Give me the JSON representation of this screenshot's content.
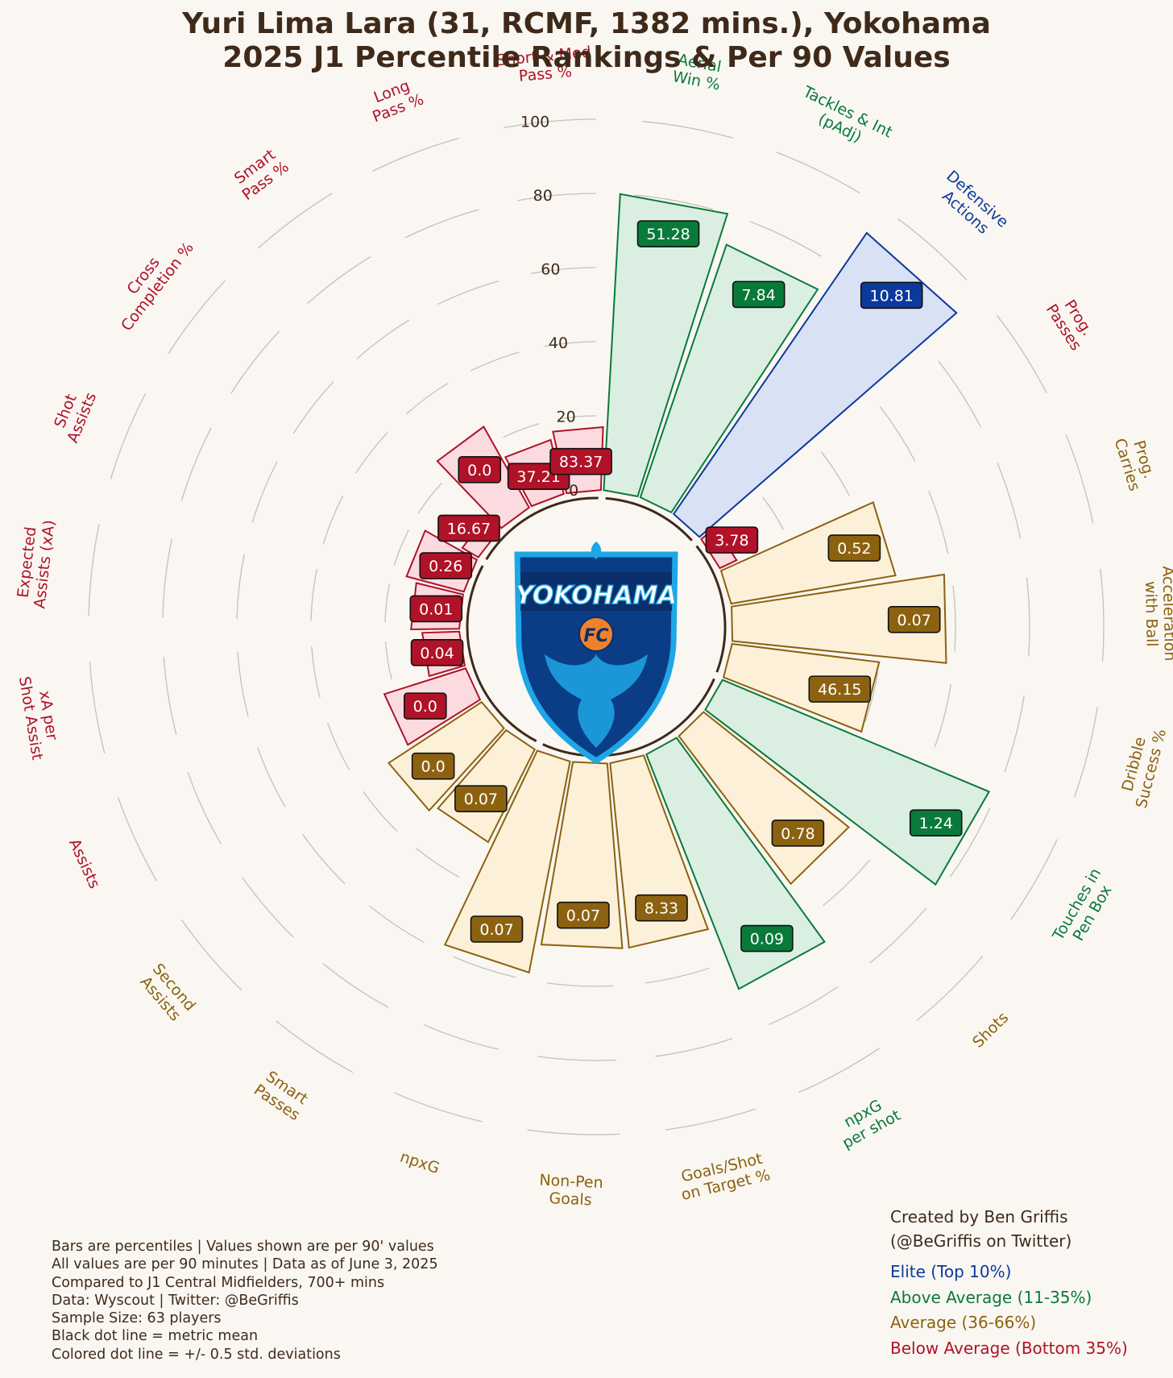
{
  "header": {
    "title_line1": "Yuri Lima Lara (31, RCMF, 1382 mins.), Yokohama",
    "title_line2": "2025 J1 Percentile Rankings & Per 90 Values"
  },
  "badge": {
    "icon": "yokohama-fc-crest-icon",
    "text": "YOKOHAMA",
    "monogram": "FC"
  },
  "notes": [
    "Bars are percentiles | Values shown are per 90' values",
    "All values are per 90 minutes | Data as of June 3, 2025",
    "Compared to J1 Central Midfielders, 700+ mins",
    "Data: Wyscout | Twitter: @BeGriffis",
    "Sample Size: 63 players",
    "Black dot line = metric mean",
    "Colored dot line = +/- 0.5 std. deviations"
  ],
  "credit": [
    "Created by Ben Griffis",
    "(@BeGriffis on Twitter)"
  ],
  "legend": {
    "elite": "Elite (Top 10%)",
    "above": "Above Average (11-35%)",
    "average": "Average (36-66%)",
    "below": "Below Average (Bottom 35%)"
  },
  "colors": {
    "elite": "#0c3a9c",
    "elite_fill": "#d8e2f4",
    "above": "#0a7a3a",
    "above_fill": "#daefe1",
    "average": "#8c6210",
    "average_fill": "#fdf0d8",
    "below": "#b01228",
    "below_fill": "#fbdbe0",
    "text": "#3f2a1a",
    "background": "#faf7f2"
  },
  "chart_data": {
    "type": "radial-bar",
    "radial_ticks": [
      0,
      20,
      40,
      60,
      80,
      100
    ],
    "rlim": [
      0,
      100
    ],
    "metrics": [
      {
        "label": "Aerial\nWin %",
        "value": "51.28",
        "percentile": 80,
        "tier": "above"
      },
      {
        "label": "Tackles & Int\n(pAdj)",
        "value": "7.84",
        "percentile": 72,
        "tier": "above"
      },
      {
        "label": "Defensive\nActions",
        "value": "10.81",
        "percentile": 92,
        "tier": "elite"
      },
      {
        "label": "Prog.\nPasses",
        "value": "3.78",
        "percentile": 5,
        "tier": "below"
      },
      {
        "label": "Prog.\nCarries",
        "value": "0.52",
        "percentile": 45,
        "tier": "average"
      },
      {
        "label": "Acceleration\nwith Ball",
        "value": "0.07",
        "percentile": 58,
        "tier": "average"
      },
      {
        "label": "Dribble\nSuccess %",
        "value": "46.15",
        "percentile": 40,
        "tier": "average"
      },
      {
        "label": "Touches in\nPen Box",
        "value": "1.24",
        "percentile": 78,
        "tier": "above"
      },
      {
        "label": "Shots",
        "value": "0.78",
        "percentile": 50,
        "tier": "average"
      },
      {
        "label": "npxG\nper shot",
        "value": "0.09",
        "percentile": 68,
        "tier": "above"
      },
      {
        "label": "Goals/Shot\non Target %",
        "value": "8.33",
        "percentile": 50,
        "tier": "average"
      },
      {
        "label": "Non-Pen\nGoals",
        "value": "0.07",
        "percentile": 50,
        "tier": "average"
      },
      {
        "label": "npxG",
        "value": "0.07",
        "percentile": 58,
        "tier": "average"
      },
      {
        "label": "Smart\nPasses",
        "value": "0.07",
        "percentile": 28,
        "tier": "average"
      },
      {
        "label": "Second\nAssists",
        "value": "0.0",
        "percentile": 30,
        "tier": "average"
      },
      {
        "label": "Assists",
        "value": "0.0",
        "percentile": 23,
        "tier": "below"
      },
      {
        "label": "xA per\nShot Assist",
        "value": "0.04",
        "percentile": 10,
        "tier": "below"
      },
      {
        "label": "Expected\nAssists (xA)",
        "value": "0.01",
        "percentile": 13,
        "tier": "below"
      },
      {
        "label": "Shot\nAssists",
        "value": "0.26",
        "percentile": 16,
        "tier": "below"
      },
      {
        "label": "Cross\nCompletion %",
        "value": "16.67",
        "percentile": 5,
        "tier": "below"
      },
      {
        "label": "Smart\nPass %",
        "value": "0.0",
        "percentile": 25,
        "tier": "below"
      },
      {
        "label": "Long\nPass %",
        "value": "37.21",
        "percentile": 15,
        "tier": "below"
      },
      {
        "label": "Short & Med\nPass %",
        "value": "83.37",
        "percentile": 17,
        "tier": "below"
      }
    ]
  }
}
